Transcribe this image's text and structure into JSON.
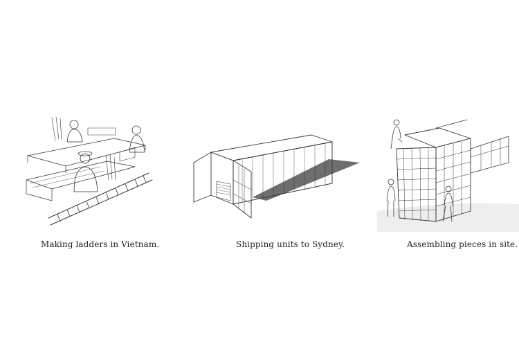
{
  "steps": [
    {
      "caption": "Making ladders in Vietnam."
    },
    {
      "caption": "Shipping units to Sydney."
    },
    {
      "caption": "Assembling pieces in site."
    }
  ],
  "colors": {
    "ink": "#333333",
    "background": "#ffffff",
    "tint": "#e8efe0"
  }
}
